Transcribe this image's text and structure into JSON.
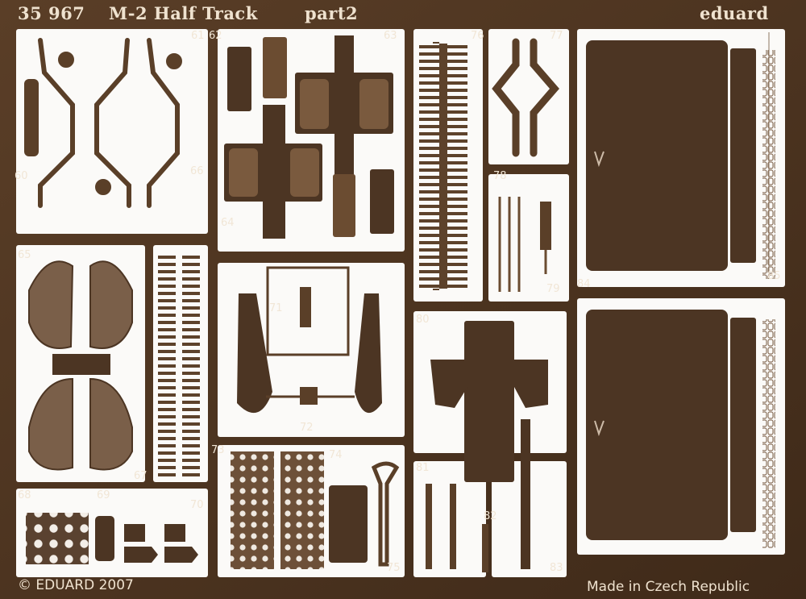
{
  "header": {
    "set_number": "35 967",
    "kit_title": "M-2 Half Track",
    "part_label": "part2",
    "brand": "eduard"
  },
  "footer": {
    "copyright": "© EDUARD 2007",
    "origin": "Made in Czech Republic"
  },
  "part_numbers": [
    "60",
    "61",
    "62",
    "63",
    "64",
    "65",
    "66",
    "67",
    "68",
    "69",
    "70",
    "71",
    "72",
    "73",
    "74",
    "75",
    "76",
    "77",
    "78",
    "79",
    "80",
    "81",
    "82",
    "83",
    "84",
    "85"
  ],
  "colors": {
    "brass_dark": "#4a3320",
    "brass_mid": "#6b4c31",
    "highlight": "#a58466",
    "paper": "#fbfaf8"
  }
}
